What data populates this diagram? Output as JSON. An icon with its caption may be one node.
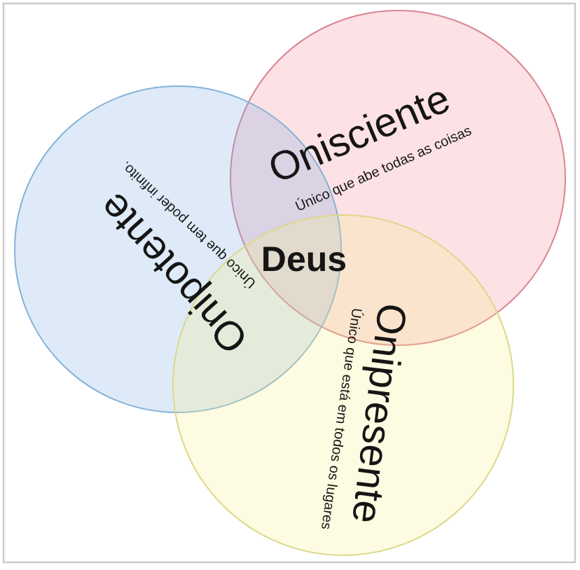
{
  "diagram": {
    "nodes": [
      {
        "text": [
          "Onisciente",
          "Único que abe todas as coisas"
        ]
      },
      {
        "text": [
          "Onipotente",
          "Único que tem poder infinito."
        ]
      },
      {
        "text": [
          "Onipresente",
          "Único que está em todos os lugares"
        ]
      }
    ],
    "labels": [
      "Deus"
    ]
  }
}
